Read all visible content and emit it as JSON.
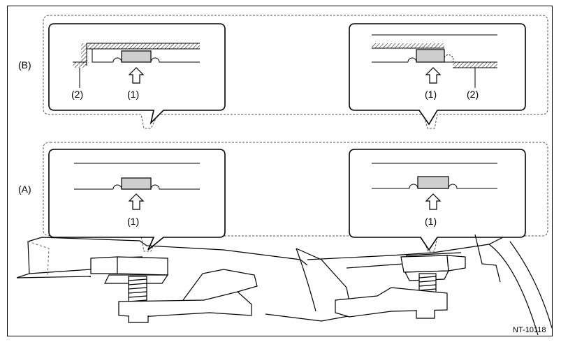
{
  "figure_code": "NT-10118",
  "row_labels": {
    "a": "(A)",
    "b": "(B)"
  },
  "callouts": {
    "b_left": {
      "arrow_label": "(1)",
      "part_label": "(2)"
    },
    "b_right": {
      "arrow_label": "(1)",
      "part_label": "(2)"
    },
    "a_left": {
      "arrow_label": "(1)"
    },
    "a_right": {
      "arrow_label": "(1)"
    }
  },
  "colors": {
    "pad_fill": "#cfcfcf",
    "line": "#000000",
    "dash": "#555555"
  }
}
